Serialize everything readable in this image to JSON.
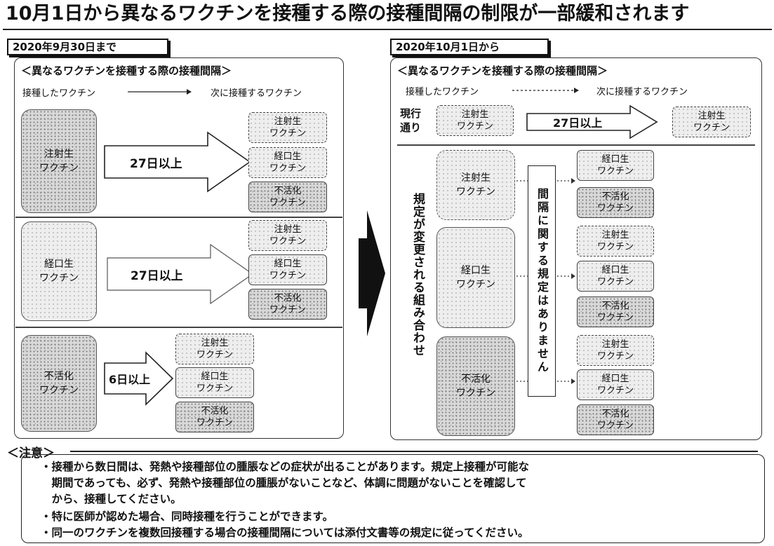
{
  "title": "10月1日から異なるワクチンを接種する際の接種間隔の制限が一部緩和されます",
  "left": {
    "date_label": "2020年9月30日まで",
    "subtitle": "＜異なるワクチンを接種する際の接種間隔＞",
    "flow_from": "接種したワクチン",
    "flow_to": "次に接種するワクチン",
    "rows": [
      {
        "source": "注射生\nワクチン",
        "interval": "27日以上",
        "targets": [
          "注射生\nワクチン",
          "経口生\nワクチン",
          "不活化\nワクチン"
        ]
      },
      {
        "source": "経口生\nワクチン",
        "interval": "27日以上",
        "targets": [
          "注射生\nワクチン",
          "経口生\nワクチン",
          "不活化\nワクチン"
        ]
      },
      {
        "source": "不活化\nワクチン",
        "interval": "6日以上",
        "targets": [
          "注射生\nワクチン",
          "経口生\nワクチン",
          "不活化\nワクチン"
        ]
      }
    ]
  },
  "right": {
    "date_label": "2020年10月1日から",
    "subtitle": "＜異なるワクチンを接種する際の接種間隔＞",
    "flow_from": "接種したワクチン",
    "flow_to": "次に接種するワクチン",
    "current_label": "現行\n通り",
    "current_source": "注射生\nワクチン",
    "current_interval": "27日以上",
    "current_target": "注射生\nワクチン",
    "changed_label": "規定が変更される組み合わせ",
    "no_rule_text": "間隔に関する規定はありません",
    "sources": [
      "注射生\nワクチン",
      "経口生\nワクチン",
      "不活化\nワクチン"
    ],
    "targets": [
      "経口生\nワクチン",
      "不活化\nワクチン",
      "注射生\nワクチン",
      "経口生\nワクチン",
      "不活化\nワクチン",
      "注射生\nワクチン",
      "経口生\nワクチン",
      "不活化\nワクチン"
    ]
  },
  "notes": {
    "heading": "＜注意＞",
    "items": [
      "・接種から数日間は、発熱や接種部位の腫脹などの症状が出ることがあります。規定上接種が可能な",
      "　期間であっても、必ず、発熱や接種部位の腫脹がないことなど、体調に問題がないことを確認して",
      "　から、接種してください。",
      "・特に医師が認めた場合、同時接種を行うことができます。",
      "・同一のワクチンを複数回接種する場合の接種間隔については添付文書等の規定に従ってください。"
    ]
  }
}
